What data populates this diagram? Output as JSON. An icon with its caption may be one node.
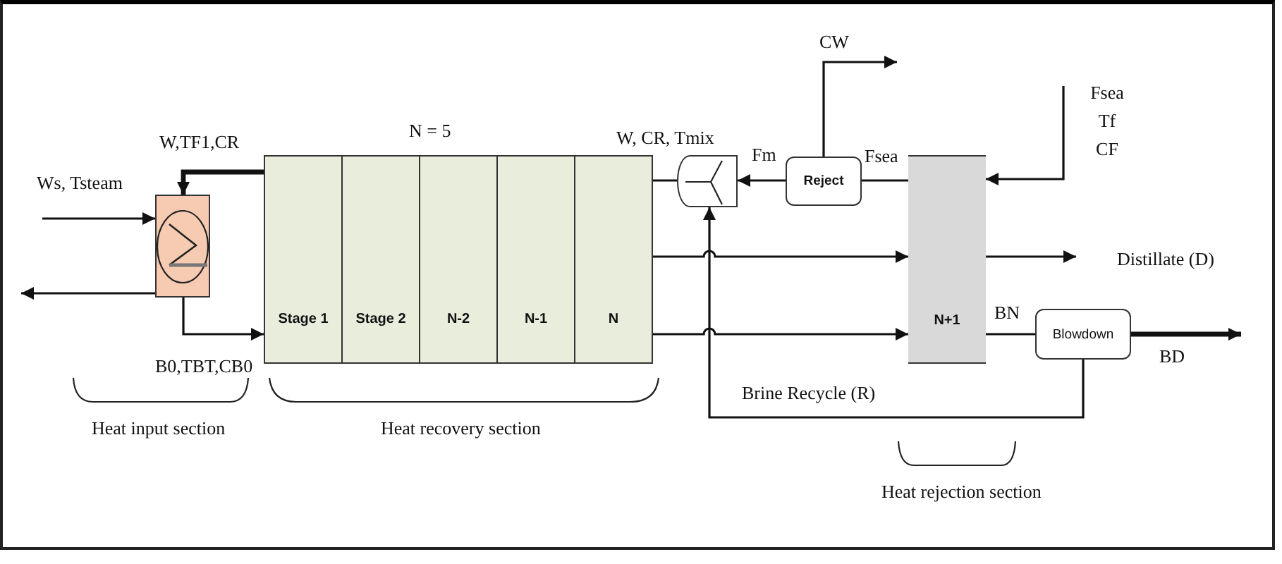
{
  "diagram": {
    "nodes": [
      {
        "text": [],
        "shape": "box"
      },
      {
        "text": [
          "Stage 1"
        ]
      },
      {
        "text": [
          "Stage 2"
        ]
      },
      {
        "text": [
          "N-2"
        ]
      },
      {
        "text": [
          "N-1"
        ]
      },
      {
        "text": [
          "N"
        ]
      },
      {
        "text": [],
        "shape": "box"
      },
      {
        "text": [
          "Reject"
        ]
      },
      {
        "text": [
          "N+1"
        ]
      },
      {
        "text": [
          "Blowdown"
        ]
      }
    ],
    "edges": [
      {
        "from": null,
        "to": 0,
        "arrow": "to",
        "label": "Ws, Tsteam"
      },
      {
        "from": 0,
        "to": null,
        "arrow": "to"
      },
      {
        "from": 1,
        "to": 0,
        "arrow": "to",
        "label": "W,TF1,CR",
        "style": "thick"
      },
      {
        "from": 0,
        "to": 1,
        "arrow": "to",
        "label": "B0,TBT,CB0"
      },
      {
        "from": 5,
        "to": 6,
        "arrow": "none",
        "label": "W, CR, Tmix"
      },
      {
        "from": 7,
        "to": 6,
        "arrow": "to",
        "label": "Fm"
      },
      {
        "from": 7,
        "to": null,
        "arrow": "to",
        "label": "CW"
      },
      {
        "from": 8,
        "to": 7,
        "arrow": "none",
        "label": "Fsea"
      },
      {
        "from": null,
        "to": 8,
        "arrow": "to",
        "label": "Fsea Tf CF"
      },
      {
        "from": 5,
        "to": 8,
        "arrow": "to"
      },
      {
        "from": 5,
        "to": 8,
        "arrow": "to"
      },
      {
        "from": 8,
        "to": null,
        "arrow": "to",
        "label": "Distillate (D)"
      },
      {
        "from": 8,
        "to": 9,
        "arrow": "none",
        "label": "BN"
      },
      {
        "from": 9,
        "to": null,
        "arrow": "to",
        "label": "BD",
        "style": "thick"
      },
      {
        "from": 9,
        "to": 6,
        "arrow": "to",
        "label": "Brine Recycle (R)"
      }
    ],
    "labels": [
      "N = 5",
      "Heat input section",
      "Heat recovery section",
      "Heat rejection section"
    ]
  }
}
